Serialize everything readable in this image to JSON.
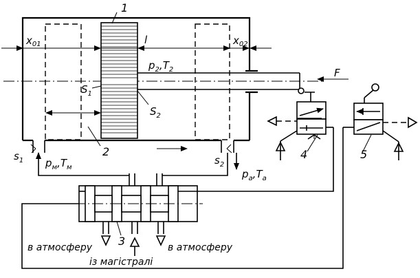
{
  "labels": {
    "piston_num": "1",
    "rod_part_num": "2",
    "spool_num": "3",
    "valve4_num": "4",
    "valve5_num": "5",
    "length": "l",
    "force": "F",
    "x01": {
      "main": "x",
      "sub": "01"
    },
    "x02": {
      "main": "x",
      "sub": "02"
    },
    "s1_area": {
      "main": "S",
      "sub": "1"
    },
    "s2_area": {
      "main": "S",
      "sub": "2"
    },
    "s1_port": {
      "main": "s",
      "sub": "1"
    },
    "s2_port": {
      "main": "s",
      "sub": "2"
    },
    "p2T2": {
      "p": "p",
      "ps": "2",
      "sep": ",",
      "t": "T",
      "ts": "2"
    },
    "pmTm": {
      "p": "p",
      "ps": "м",
      "sep": ",",
      "t": "T",
      "ts": "м"
    },
    "paTa": {
      "p": "p",
      "ps": "a",
      "sep": ",",
      "t": "T",
      "ts": "a"
    },
    "atm_left": "в атмосферу",
    "atm_right": "в атмосферу",
    "from_main": "із магістралі"
  }
}
